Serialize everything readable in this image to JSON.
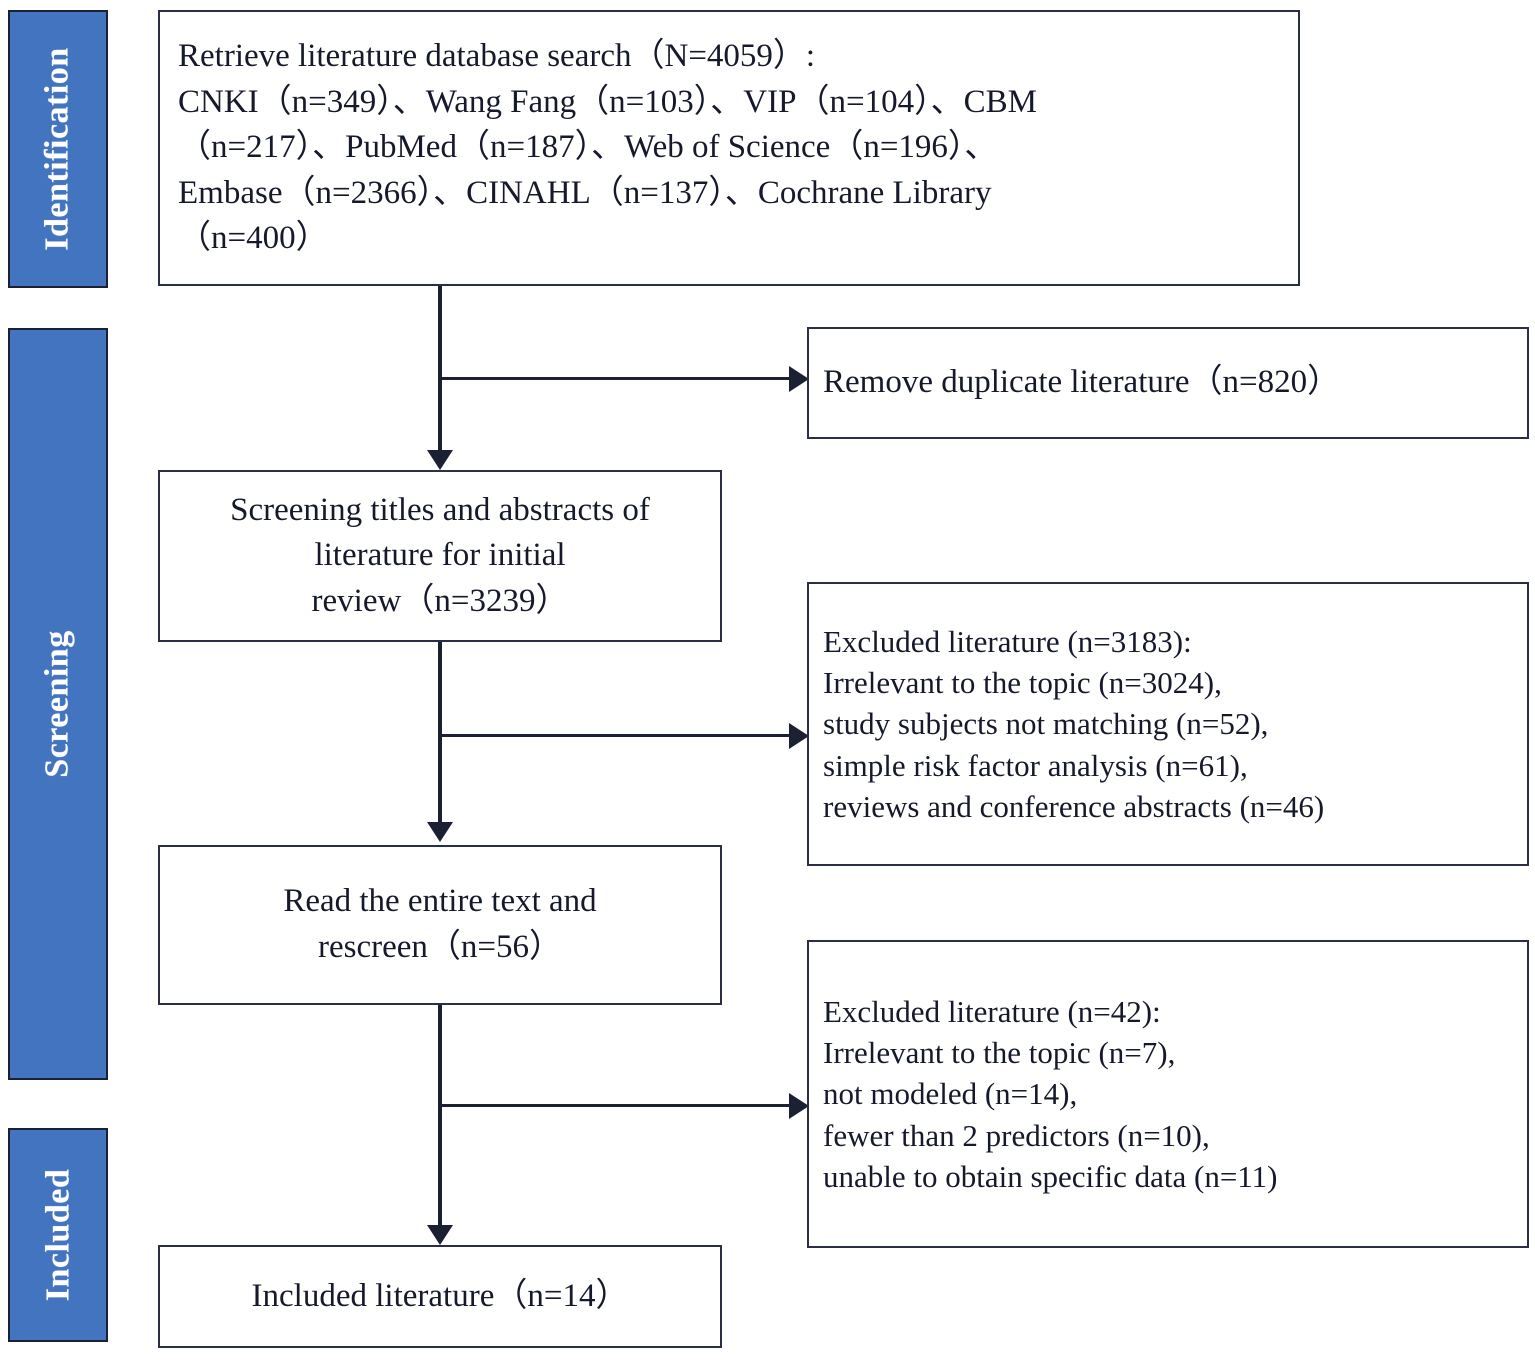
{
  "diagram": {
    "title": "PRISMA literature screening flow diagram",
    "accent_color": "#4274c0",
    "border_color": "#2a2f45",
    "text_color": "#15192b",
    "background_color": "#ffffff"
  },
  "stages": [
    {
      "id": "identification",
      "label": "Identification"
    },
    {
      "id": "screening",
      "label": "Screening"
    },
    {
      "id": "included",
      "label": "Included"
    }
  ],
  "boxes": {
    "identification": {
      "name": "retrieve-literature-box",
      "lines": [
        "Retrieve literature database search（N=4059）:",
        "CNKI（n=349）、Wang Fang（n=103）、VIP（n=104）、CBM",
        "（n=217）、PubMed（n=187）、Web of Science（n=196）、",
        "Embase（n=2366）、CINAHL（n=137）、Cochrane Library",
        "（n=400）"
      ]
    },
    "duplicates": {
      "name": "remove-duplicates-box",
      "lines": [
        "Remove duplicate literature（n=820）"
      ]
    },
    "screening": {
      "name": "screening-titles-abstracts-box",
      "lines": [
        "Screening titles and abstracts of",
        "literature for initial",
        "review（n=3239）"
      ]
    },
    "excluded_1": {
      "name": "excluded-after-title-abstract-box",
      "lines": [
        "Excluded literature (n=3183):",
        "Irrelevant to the topic (n=3024),",
        "study subjects not matching (n=52),",
        "simple risk factor analysis (n=61),",
        "reviews and conference abstracts (n=46)"
      ]
    },
    "rescreen": {
      "name": "read-full-text-box",
      "lines": [
        "Read the entire text and",
        "rescreen（n=56）"
      ]
    },
    "excluded_2": {
      "name": "excluded-after-full-text-box",
      "lines": [
        "Excluded literature (n=42):",
        "Irrelevant to the topic (n=7),",
        "not modeled (n=14),",
        "fewer than 2 predictors (n=10),",
        "unable to obtain specific data (n=11)"
      ]
    },
    "included": {
      "name": "included-literature-box",
      "lines": [
        "Included literature（n=14）"
      ]
    }
  },
  "chart_data": {
    "type": "diagram",
    "title": "PRISMA flow of study selection",
    "nodes": [
      {
        "id": "identification",
        "stage": "Identification",
        "label": "Retrieve literature database search",
        "n": 4059
      },
      {
        "id": "duplicates",
        "stage": "Identification",
        "label": "Remove duplicate literature",
        "n": 820
      },
      {
        "id": "screening",
        "stage": "Screening",
        "label": "Screening titles and abstracts of literature for initial review",
        "n": 3239
      },
      {
        "id": "excluded_1",
        "stage": "Screening",
        "label": "Excluded literature",
        "n": 3183
      },
      {
        "id": "rescreen",
        "stage": "Screening",
        "label": "Read the entire text and rescreen",
        "n": 56
      },
      {
        "id": "excluded_2",
        "stage": "Screening",
        "label": "Excluded literature",
        "n": 42
      },
      {
        "id": "included",
        "stage": "Included",
        "label": "Included literature",
        "n": 14
      }
    ],
    "databases": [
      {
        "name": "CNKI",
        "n": 349
      },
      {
        "name": "Wang Fang",
        "n": 103
      },
      {
        "name": "VIP",
        "n": 104
      },
      {
        "name": "CBM",
        "n": 217
      },
      {
        "name": "PubMed",
        "n": 187
      },
      {
        "name": "Web of Science",
        "n": 196
      },
      {
        "name": "Embase",
        "n": 2366
      },
      {
        "name": "CINAHL",
        "n": 137
      },
      {
        "name": "Cochrane Library",
        "n": 400
      }
    ],
    "exclusion_reasons_title_abstract": [
      {
        "reason": "Irrelevant to the topic",
        "n": 3024
      },
      {
        "reason": "study subjects not matching",
        "n": 52
      },
      {
        "reason": "simple risk factor analysis",
        "n": 61
      },
      {
        "reason": "reviews and conference abstracts",
        "n": 46
      }
    ],
    "exclusion_reasons_full_text": [
      {
        "reason": "Irrelevant to the topic",
        "n": 7
      },
      {
        "reason": "not modeled",
        "n": 14
      },
      {
        "reason": "fewer than 2 predictors",
        "n": 10
      },
      {
        "reason": "unable to obtain specific data",
        "n": 11
      }
    ],
    "edges": [
      {
        "from": "identification",
        "to": "duplicates"
      },
      {
        "from": "identification",
        "to": "screening"
      },
      {
        "from": "screening",
        "to": "excluded_1"
      },
      {
        "from": "screening",
        "to": "rescreen"
      },
      {
        "from": "rescreen",
        "to": "excluded_2"
      },
      {
        "from": "rescreen",
        "to": "included"
      }
    ]
  }
}
